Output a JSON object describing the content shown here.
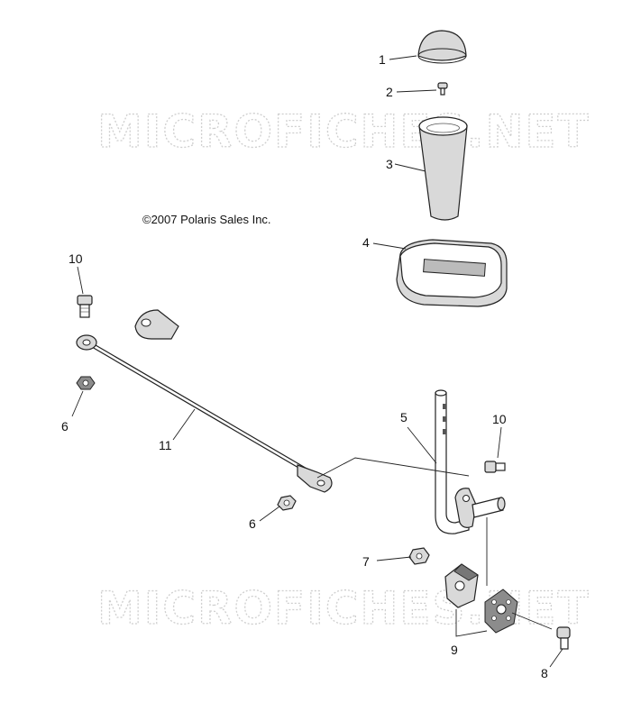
{
  "copyright": "©2007 Polaris Sales Inc.",
  "watermark": "MICROFICHES.NET",
  "callouts": {
    "c1": "1",
    "c2": "2",
    "c3": "3",
    "c4": "4",
    "c5": "5",
    "c6a": "6",
    "c6b": "6",
    "c7": "7",
    "c8": "8",
    "c9": "9",
    "c10a": "10",
    "c10b": "10",
    "c11": "11"
  }
}
